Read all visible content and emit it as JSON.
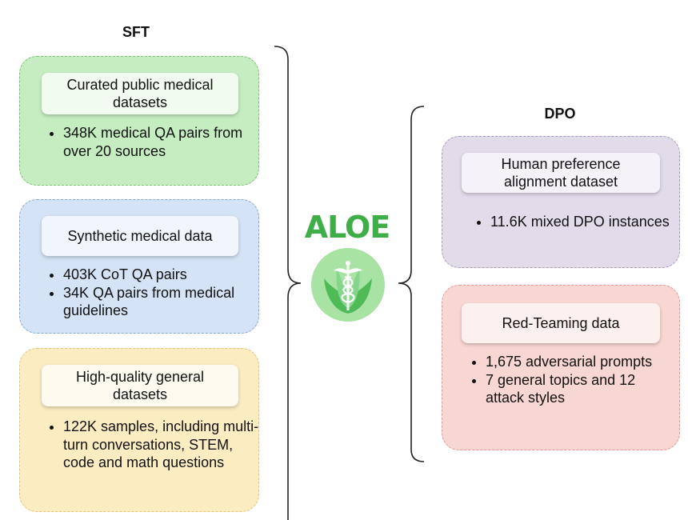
{
  "sft": {
    "heading": "SFT",
    "cards": [
      {
        "title": "Curated public medical datasets",
        "bullets": [
          "348K medical QA pairs from over 20 sources"
        ],
        "colors": {
          "fill": "#c6ecc2",
          "border": "#79c274"
        }
      },
      {
        "title": "Synthetic medical data",
        "bullets": [
          "403K CoT QA pairs",
          "34K QA pairs from medical guidelines"
        ],
        "colors": {
          "fill": "#d4e3f6",
          "border": "#84a8d4"
        }
      },
      {
        "title": "High-quality general datasets",
        "bullets": [
          "122K samples, including multi-turn conversations, STEM, code and math questions"
        ],
        "colors": {
          "fill": "#fcecc2",
          "border": "#e2c57a"
        }
      }
    ]
  },
  "dpo": {
    "heading": "DPO",
    "cards": [
      {
        "title": "Human preference alignment dataset",
        "bullets": [
          "11.6K mixed DPO instances"
        ],
        "colors": {
          "fill": "#e2dbea",
          "border": "#a99bbd"
        }
      },
      {
        "title": "Red-Teaming data",
        "bullets": [
          "1,675 adversarial prompts",
          "7 general topics and 12 attack styles"
        ],
        "colors": {
          "fill": "#f8d6d2",
          "border": "#e09a92"
        }
      }
    ]
  },
  "logo": {
    "text": "ALOE",
    "icon": "caduceus-leaf-icon",
    "colors": {
      "text": "#3fae48",
      "circle": "#a9e3a4",
      "leaf": "#4fbb57",
      "leaf_light": "#86d58c"
    }
  }
}
